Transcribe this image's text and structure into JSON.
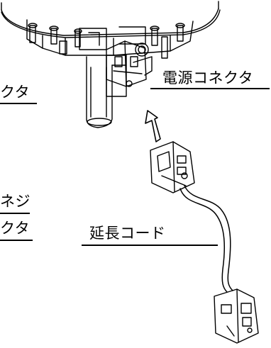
{
  "labels": {
    "power_connector": "電源コネクタ",
    "connector_top_left": "クタ",
    "screw_left": "ネジ",
    "connector_mid_left": "クタ",
    "extension_cord": "延長コード"
  },
  "colors": {
    "line": "#000000",
    "fill": "#ffffff"
  }
}
